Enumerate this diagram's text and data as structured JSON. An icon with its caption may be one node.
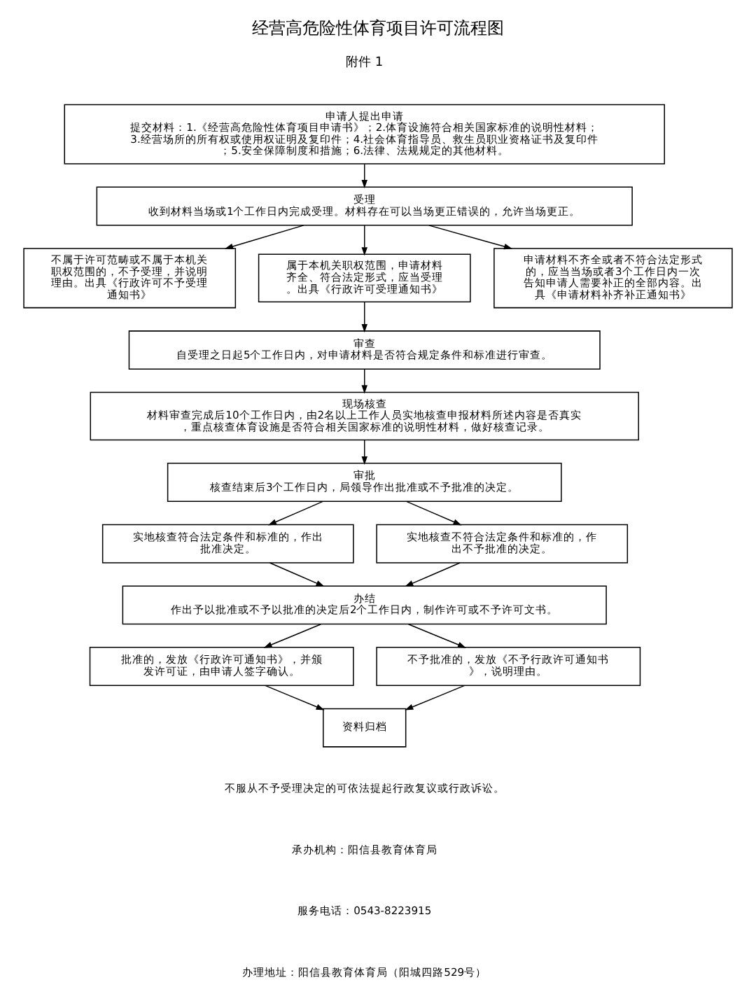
{
  "diagram": {
    "title": "经营高危险性体育项目许可流程图",
    "nodes": [
      {
        "text": [
          "申请人提出申请",
          "提交材料：1.《经营高危险性体育项目申请书》；2.体育设施符合相关国家标准的说明性材料；3.经营场所的所有权或使用权证明及复印件；4.社会体育指导员、救生员职业资格证书及复印件；5.安全保障制度和措施；6.法律、法规规定的其他材料。"
        ]
      },
      {
        "text": [
          "受理",
          "收到材料当场或1个工作日内完成受理。材料存在可以当场更正错误的，允许当场更正。"
        ]
      },
      {
        "text": [
          "不属于许可范畴或不属于本机关职权范围的，不予受理，并说明理由。出具《行政许可不予受理通知书》"
        ]
      },
      {
        "text": [
          "属于本机关职权范围，申请材料齐全、符合法定形式，应当受理。出具《行政许可受理通知书》"
        ]
      },
      {
        "text": [
          "申请材料不齐全或者不符合法定形式的，应当当场或者3个工作日内一次告知申请人需要补正的全部内容。出具《申请材料补齐补正通知书》"
        ]
      },
      {
        "text": [
          "审查",
          "自受理之日起5个工作日内，对申请材料是否符合规定条件和标准进行审查。"
        ]
      },
      {
        "text": [
          "现场核查",
          "材料审查完成后10个工作日内，由2名以上工作人员实地核查申报材料所述内容是否真实，重点核查体育设施是否符合相关国家标准的说明性材料，做好核查记录。"
        ]
      },
      {
        "text": [
          "审批",
          "核查结束后3个工作日内，局领导作出批准或不予批准的决定。"
        ]
      },
      {
        "text": [
          "实地核查符合法定条件和标准的，作出批准决定。"
        ]
      },
      {
        "text": [
          "实地核查不符合法定条件和标准的，作出不予批准的决定。"
        ]
      },
      {
        "text": [
          "办结",
          "作出予以批准或不予以批准的决定后2个工作日内，制作许可或不予许可文书。"
        ]
      },
      {
        "text": [
          "批准的，发放《行政许可通知书》，并颁发许可证，由申请人签字确认。"
        ]
      },
      {
        "text": [
          "不予批准的，发放《不予行政许可通知书》，说明理由。"
        ]
      },
      {
        "text": [
          "资料归档"
        ]
      }
    ],
    "edges": [
      {
        "from": 0,
        "to": 1,
        "arrow": "to"
      },
      {
        "from": 1,
        "to": 2,
        "arrow": "to"
      },
      {
        "from": 1,
        "to": 3,
        "arrow": "to"
      },
      {
        "from": 1,
        "to": 4,
        "arrow": "to"
      },
      {
        "from": 3,
        "to": 5,
        "arrow": "to"
      },
      {
        "from": 5,
        "to": 6,
        "arrow": "to"
      },
      {
        "from": 6,
        "to": 7,
        "arrow": "to"
      },
      {
        "from": 7,
        "to": 8,
        "arrow": "to"
      },
      {
        "from": 7,
        "to": 9,
        "arrow": "to"
      },
      {
        "from": 8,
        "to": 10,
        "arrow": "to"
      },
      {
        "from": 9,
        "to": 10,
        "arrow": "to"
      },
      {
        "from": 10,
        "to": 11,
        "arrow": "to"
      },
      {
        "from": 10,
        "to": 12,
        "arrow": "to"
      },
      {
        "from": 11,
        "to": 13,
        "arrow": "to"
      },
      {
        "from": 12,
        "to": 13,
        "arrow": "to"
      }
    ],
    "labels": [
      "附件 1",
      "不服从不予受理决定的可依法提起行政复议或行政诉讼。",
      "承办机构：阳信县教育体育局",
      "服务电话：0543-8223915",
      "办理地址：阳信县教育体育局（阳城四路529号）"
    ]
  }
}
